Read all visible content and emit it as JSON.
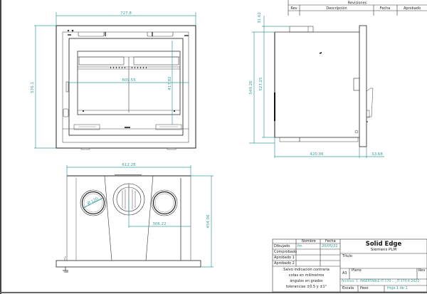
{
  "revisions_table": {
    "title": "Revisiones",
    "columns": [
      "Rev",
      "Descripción",
      "Fecha",
      "Aprobado"
    ]
  },
  "views": {
    "front": {
      "width_overall": "727.8",
      "height_overall": "576.1",
      "glass_width": "609.55",
      "glass_height": "417.82"
    },
    "side": {
      "top_offset": "31.62",
      "height_overall": "549.26",
      "height_body": "527.25",
      "depth_body": "420.06",
      "depth_front": "33.68"
    },
    "top": {
      "width_overall": "612.28",
      "depth_overall": "454.06",
      "flue_offset": "306.22",
      "pipe_diameter": "Ø 120"
    }
  },
  "title_block": {
    "header_nombre": "Nombre",
    "header_fecha": "Fecha",
    "rows": [
      {
        "label": "Dibujado",
        "name": "fm",
        "date": "20/05/22"
      },
      {
        "label": "Comprobado",
        "name": "",
        "date": ""
      },
      {
        "label": "Aprobado 1",
        "name": "",
        "date": ""
      },
      {
        "label": "Aprobado 2",
        "name": "",
        "date": ""
      }
    ],
    "notes": [
      "Salvo indicación contraria",
      "cotas en milímetros",
      "ángulos en grados",
      "tolerancias ±0.5 y ±1°"
    ],
    "software": "Solid Edge",
    "vendor": "Siemens PLM",
    "titulo_label": "Título",
    "size": "A3",
    "plano_label": "Plano",
    "rev_label": "Rev",
    "archivo": "Archivo: 1. INSERTABLE IT-170...._IT-170 K   2022",
    "escala_label": "Escala",
    "peso_label": "Peso",
    "hoja": "Hoja 1 de 1"
  }
}
